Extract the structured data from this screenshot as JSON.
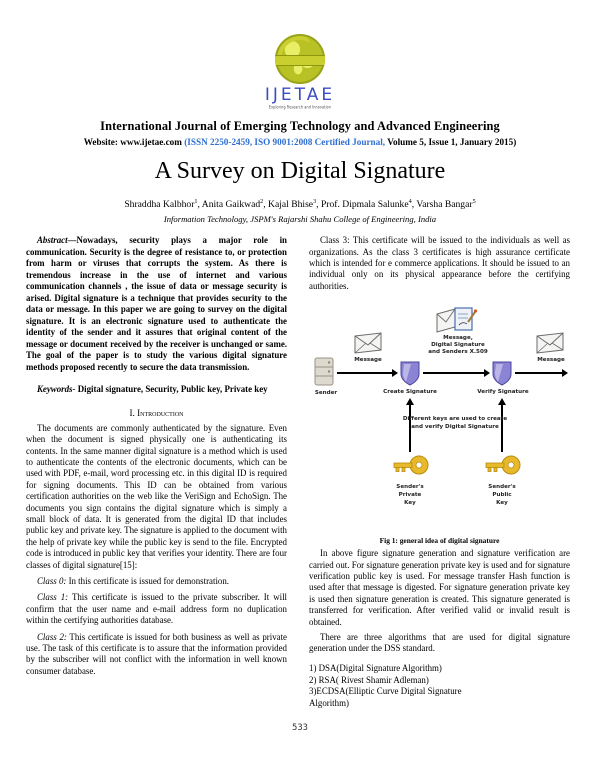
{
  "journal": {
    "logo_letters": "IJETAE",
    "logo_tagline": "Exploring Research and Innovation",
    "name": "International Journal of Emerging Technology and Advanced Engineering",
    "website_label": "Website: www.ijetae.com",
    "issn_line": "(ISSN 2250-2459, ISO 9001:2008 Certified Journal,",
    "volume_line": " Volume 5, Issue 1, January 2015)",
    "accent_blue": "#2f6fd0"
  },
  "paper": {
    "title": "A Survey on Digital Signature",
    "authors": [
      {
        "name": "Shraddha Kalbhor",
        "sup": "1"
      },
      {
        "name": "Anita Gaikwad",
        "sup": "2"
      },
      {
        "name": "Kajal Bhise",
        "sup": "3"
      },
      {
        "name": "Prof. Dipmala Salunke",
        "sup": "4"
      },
      {
        "name": "Varsha Bangar",
        "sup": "5"
      }
    ],
    "affiliation": "Information Technology, JSPM's Rajarshi Shahu College of Engineering, India",
    "page_number": "533"
  },
  "abstract": {
    "lead": "Abstract",
    "dash": "—",
    "text": "Nowadays, security plays a major role in communication. Security is the degree of resistance to, or protection from harm or viruses that corrupts the system. As there is tremendous increase in the use of internet and various communication channels , the issue of data or message security is arised. Digital signature is a technique that provides security to the data or message. In this paper we are going to survey on the digital signature. It is an electronic signature used to authenticate the identity of the sender and it assures that original content of the message or document received by the receiver is unchanged or same. The goal of the paper is to study the various digital signature methods proposed recently to secure the data transmission."
  },
  "keywords": {
    "lead": "Keywords-",
    "text": " Digital signature, Security, Public key, Private key"
  },
  "introduction": {
    "heading": "I.   Introduction",
    "paragraph": "The documents are commonly authenticated by the signature. Even when the document is signed physically one is authenticating its contents. In the same manner digital signature is a method which is used to authenticate the contents of the electronic documents, which can be used with PDF, e-mail, word processing etc. in this digital ID is required for signing documents. This ID can be obtained from various certification authorities on the web like the VeriSign and EchoSign. The documents you sign contains the digital signature which is simply a small block of data. It is generated from the digital ID that includes public key and private key. The signature is applied to the document with the help of private key while the public key is send to the file. Encrypted code is introduced in public key that verifies your identity. There are four classes of digital signature[15]:"
  },
  "classes": [
    {
      "lead": "Class 0:",
      "text": " In this certificate is issued for demonstration."
    },
    {
      "lead": "Class 1:",
      "text": " This certificate is issued to the private subscriber. It will confirm that the user name and e-mail address form no duplication within the certifying authorities database."
    },
    {
      "lead": "Class 2:",
      "text": " This certificate is issued for both business as well as private use. The task of this certificate is to assure that the information provided by the subscriber will not conflict with the information in well known consumer database."
    },
    {
      "lead": "Class 3:",
      "text": " This certificate will be issued to the individuals as well as organizations. As the class 3 certificates is high assurance certificate which is intended for e commerce applications. It should be issued to an individual only on its physical appearance before the certifying authorities."
    }
  ],
  "figure": {
    "caption": "Fig 1: general idea of digital signature",
    "nodes": {
      "sender": "Sender",
      "message_left": "Message",
      "create_signature": "Create Signature",
      "packet_line1": "Message,",
      "packet_line2": "Digital Signature",
      "packet_line3": "and Senders X.509",
      "verify_signature": "Verify Signature",
      "message_right": "Message",
      "keys_note_line1": "Different keys are used to create",
      "keys_note_line2": "and verify Digital Signature",
      "private_key_line1": "Sender's",
      "private_key_line2": "Private",
      "private_key_line3": "Key",
      "public_key_line1": "Sender's",
      "public_key_line2": "Public",
      "public_key_line3": "Key"
    },
    "colors": {
      "shield": "#7b74c9",
      "key": "#e8b92a",
      "envelope": "#f2f2f0"
    }
  },
  "body_right": {
    "fig_discussion": "In above figure signature generation and signature verification are carried out. For signature generation private key is used and for signature verification public key is used. For message transfer Hash function is used after that message is digested. For signature generation private key is used then signature generation is created. This signature generated is transferred for verification. After verified valid or invalid result is obtained.",
    "algorithms_intro": "There are three algorithms that are used for digital signature generation under the DSS standard.",
    "algorithms": [
      "1) DSA(Digital Signature Algorithm)",
      "2) RSA( Rivest Shamir Adleman)",
      "3)ECDSA(Elliptic Curve Digital Signature",
      "Algorithm)"
    ]
  }
}
